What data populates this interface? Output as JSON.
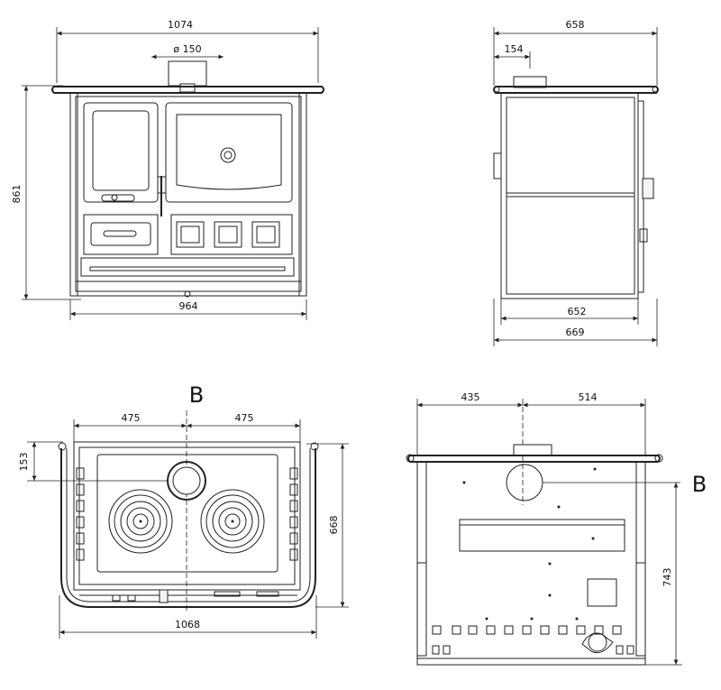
{
  "front_view": {
    "dim_width": "1074",
    "dim_flue": "ø 150",
    "dim_height": "861",
    "dim_base": "964"
  },
  "side_view": {
    "dim_depth": "658",
    "dim_flue_offset": "154",
    "dim_body": "652",
    "dim_total": "669"
  },
  "top_view": {
    "label": "B",
    "dim_left": "475",
    "dim_right": "475",
    "dim_front_offset": "153",
    "dim_depth": "668",
    "dim_width": "1068"
  },
  "rear_view": {
    "label": "B",
    "dim_left": "435",
    "dim_right": "514",
    "dim_height": "743"
  }
}
